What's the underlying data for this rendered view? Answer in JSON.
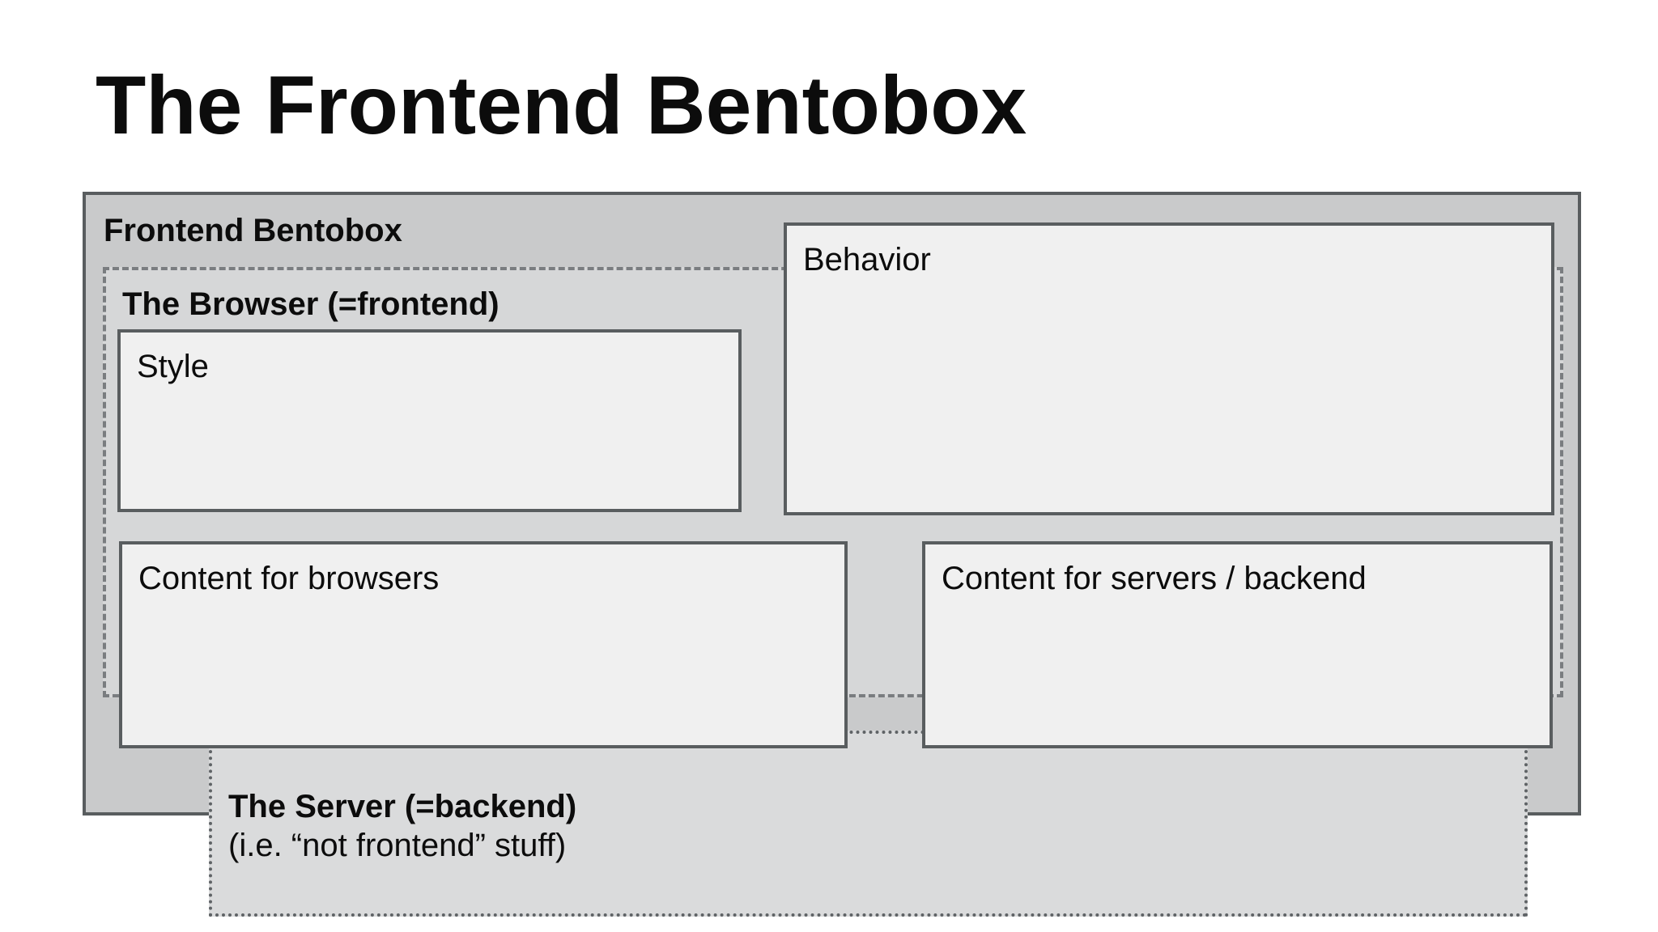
{
  "title": "The Frontend Bentobox",
  "diagram": {
    "outer": {
      "label": "Frontend Bentobox"
    },
    "browser": {
      "label": "The Browser (=frontend)"
    },
    "boxes": {
      "style": {
        "label": "Style"
      },
      "behavior": {
        "label": "Behavior"
      },
      "content_browsers": {
        "label": "Content for browsers"
      },
      "content_servers": {
        "label": "Content for servers / backend"
      }
    },
    "server": {
      "label": "The Server (=backend)",
      "sublabel": "(i.e. “not frontend” stuff)"
    }
  },
  "colors": {
    "page-bg": "#ffffff",
    "outer-fill": "#c9cacb",
    "browser-fill": "#d6d7d8",
    "server-fill": "#dadbdc",
    "box-fill": "#f0f0f0",
    "solid-border": "#595d5f",
    "dashed-border": "#7a7d80",
    "dotted-border": "#5f6366",
    "text": "#0c0c0c"
  }
}
